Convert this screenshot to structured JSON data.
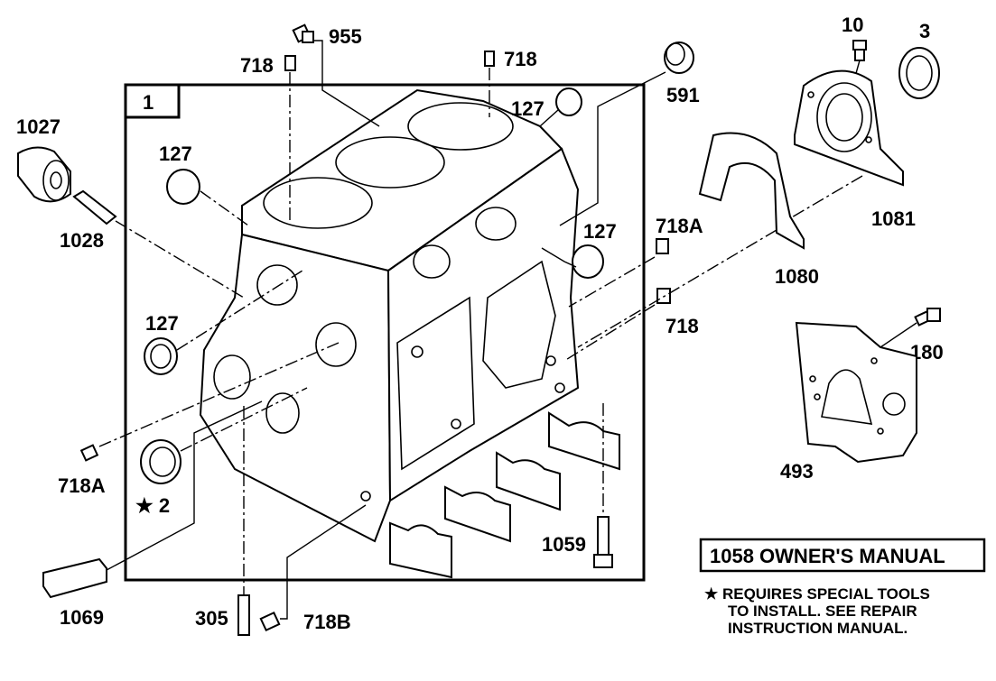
{
  "labels": {
    "block_id": "1",
    "l955": "955",
    "l718_a": "718",
    "l718_b": "718",
    "l591": "591",
    "l127_a": "127",
    "l127_b": "127",
    "l127_c": "127",
    "l127_d": "127",
    "l1027": "1027",
    "l1028": "1028",
    "l718A_a": "718A",
    "l718A_b": "718A",
    "l718_c": "718",
    "l2": "★ 2",
    "l1069": "1069",
    "l305": "305",
    "l718B": "718B",
    "l1059": "1059",
    "l10": "10",
    "l3": "3",
    "l1081": "1081",
    "l1080": "1080",
    "l180": "180",
    "l493": "493"
  },
  "manual_box": "1058 OWNER'S MANUAL",
  "note": {
    "line1": "★ REQUIRES SPECIAL TOOLS",
    "line2": "TO INSTALL.  SEE REPAIR",
    "line3": "INSTRUCTION MANUAL."
  }
}
